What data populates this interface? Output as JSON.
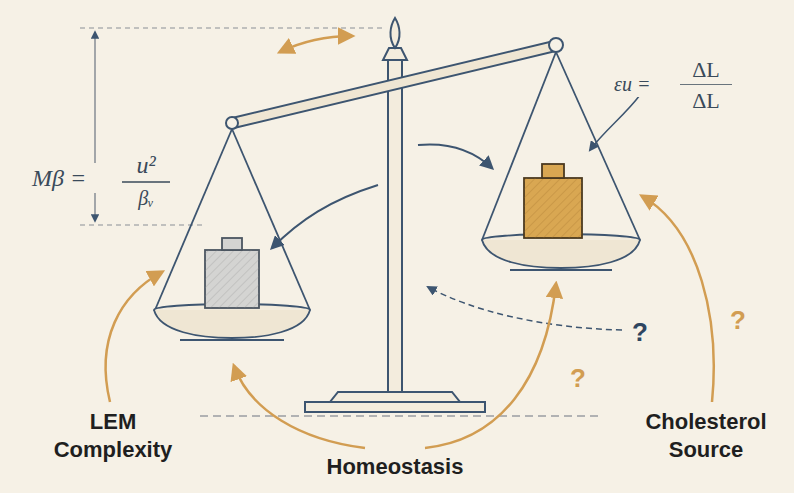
{
  "diagram": {
    "labels": [
      "LEM Complexity",
      "Homeostasis",
      "Cholesterol Source",
      "Mβ =",
      "u²",
      "βᵥ",
      "εu =",
      "ΔL",
      "ΔL",
      "?",
      "?",
      "?"
    ]
  }
}
